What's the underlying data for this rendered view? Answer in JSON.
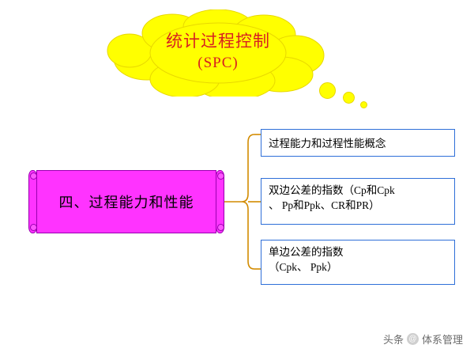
{
  "cloud": {
    "line1": "统计过程控制",
    "line2": "(SPC)",
    "text_color": "#d82020",
    "fill_color": "#ffff00"
  },
  "main_node": {
    "label": "四、过程能力和性能",
    "fill_color": "#ff33ff"
  },
  "branches": [
    {
      "text": "过程能力和过程性能概念"
    },
    {
      "line1": "双边公差的指数（Cp和Cpk",
      "line2": "、 Pp和Ppk、CR和PR）"
    },
    {
      "line1": "单边公差的指数",
      "line2": "（Cpk、 Ppk）"
    }
  ],
  "watermark": {
    "prefix": "头条",
    "logo": "@",
    "suffix": "体系管理"
  }
}
